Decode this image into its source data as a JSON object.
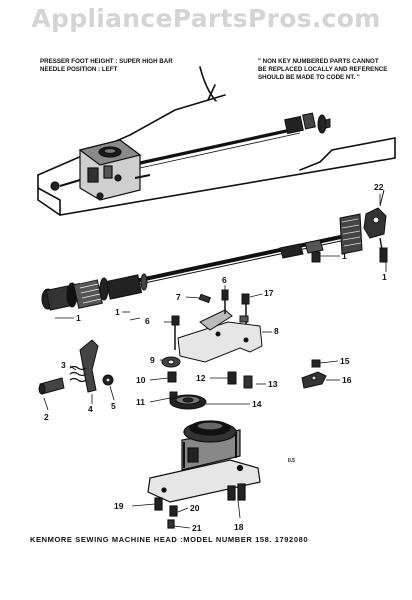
{
  "watermark": "AppliancePartsPros.com",
  "notes": {
    "left_line1": "PRESSER FOOT HEIGHT : SUPER HIGH BAR",
    "left_line2": "NEEDLE POSITION : LEFT",
    "right_line1": "\" NON KEY NUMBERED PARTS CANNOT",
    "right_line2": "BE REPLACED LOCALLY AND REFERENCE",
    "right_line3": "SHOULD BE MADE TO CODE NT. \""
  },
  "footer": "KENMORE SEWING MACHINE HEAD :MODEL NUMBER 158. 1792080",
  "figure_code": "II.5",
  "parts": [
    "1",
    "2",
    "3",
    "4",
    "5",
    "6",
    "7",
    "8",
    "9",
    "10",
    "11",
    "12",
    "13",
    "14",
    "15",
    "16",
    "17",
    "18",
    "19",
    "20",
    "21",
    "22"
  ]
}
